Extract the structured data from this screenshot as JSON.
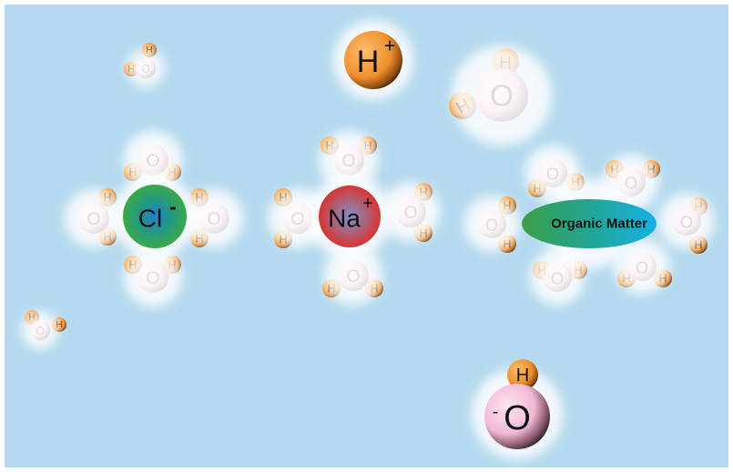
{
  "labels": {
    "oxygen": "O",
    "hydrogen": "H",
    "hydrogen_ion": "H",
    "hydrogen_ion_charge": "+",
    "chloride": "Cl",
    "chloride_charge": "-",
    "sodium": "Na",
    "sodium_charge": "+",
    "organic_matter": "Organic Matter",
    "hydroxide_bond": "-"
  },
  "colors": {
    "background": "#b4d9ee",
    "water_oxygen": "#f2b8d5",
    "hydrogen": "#f08f2e",
    "sodium": "#d9302a",
    "chloride": "#2f9a45",
    "organic_matter": "#19a6d6"
  }
}
